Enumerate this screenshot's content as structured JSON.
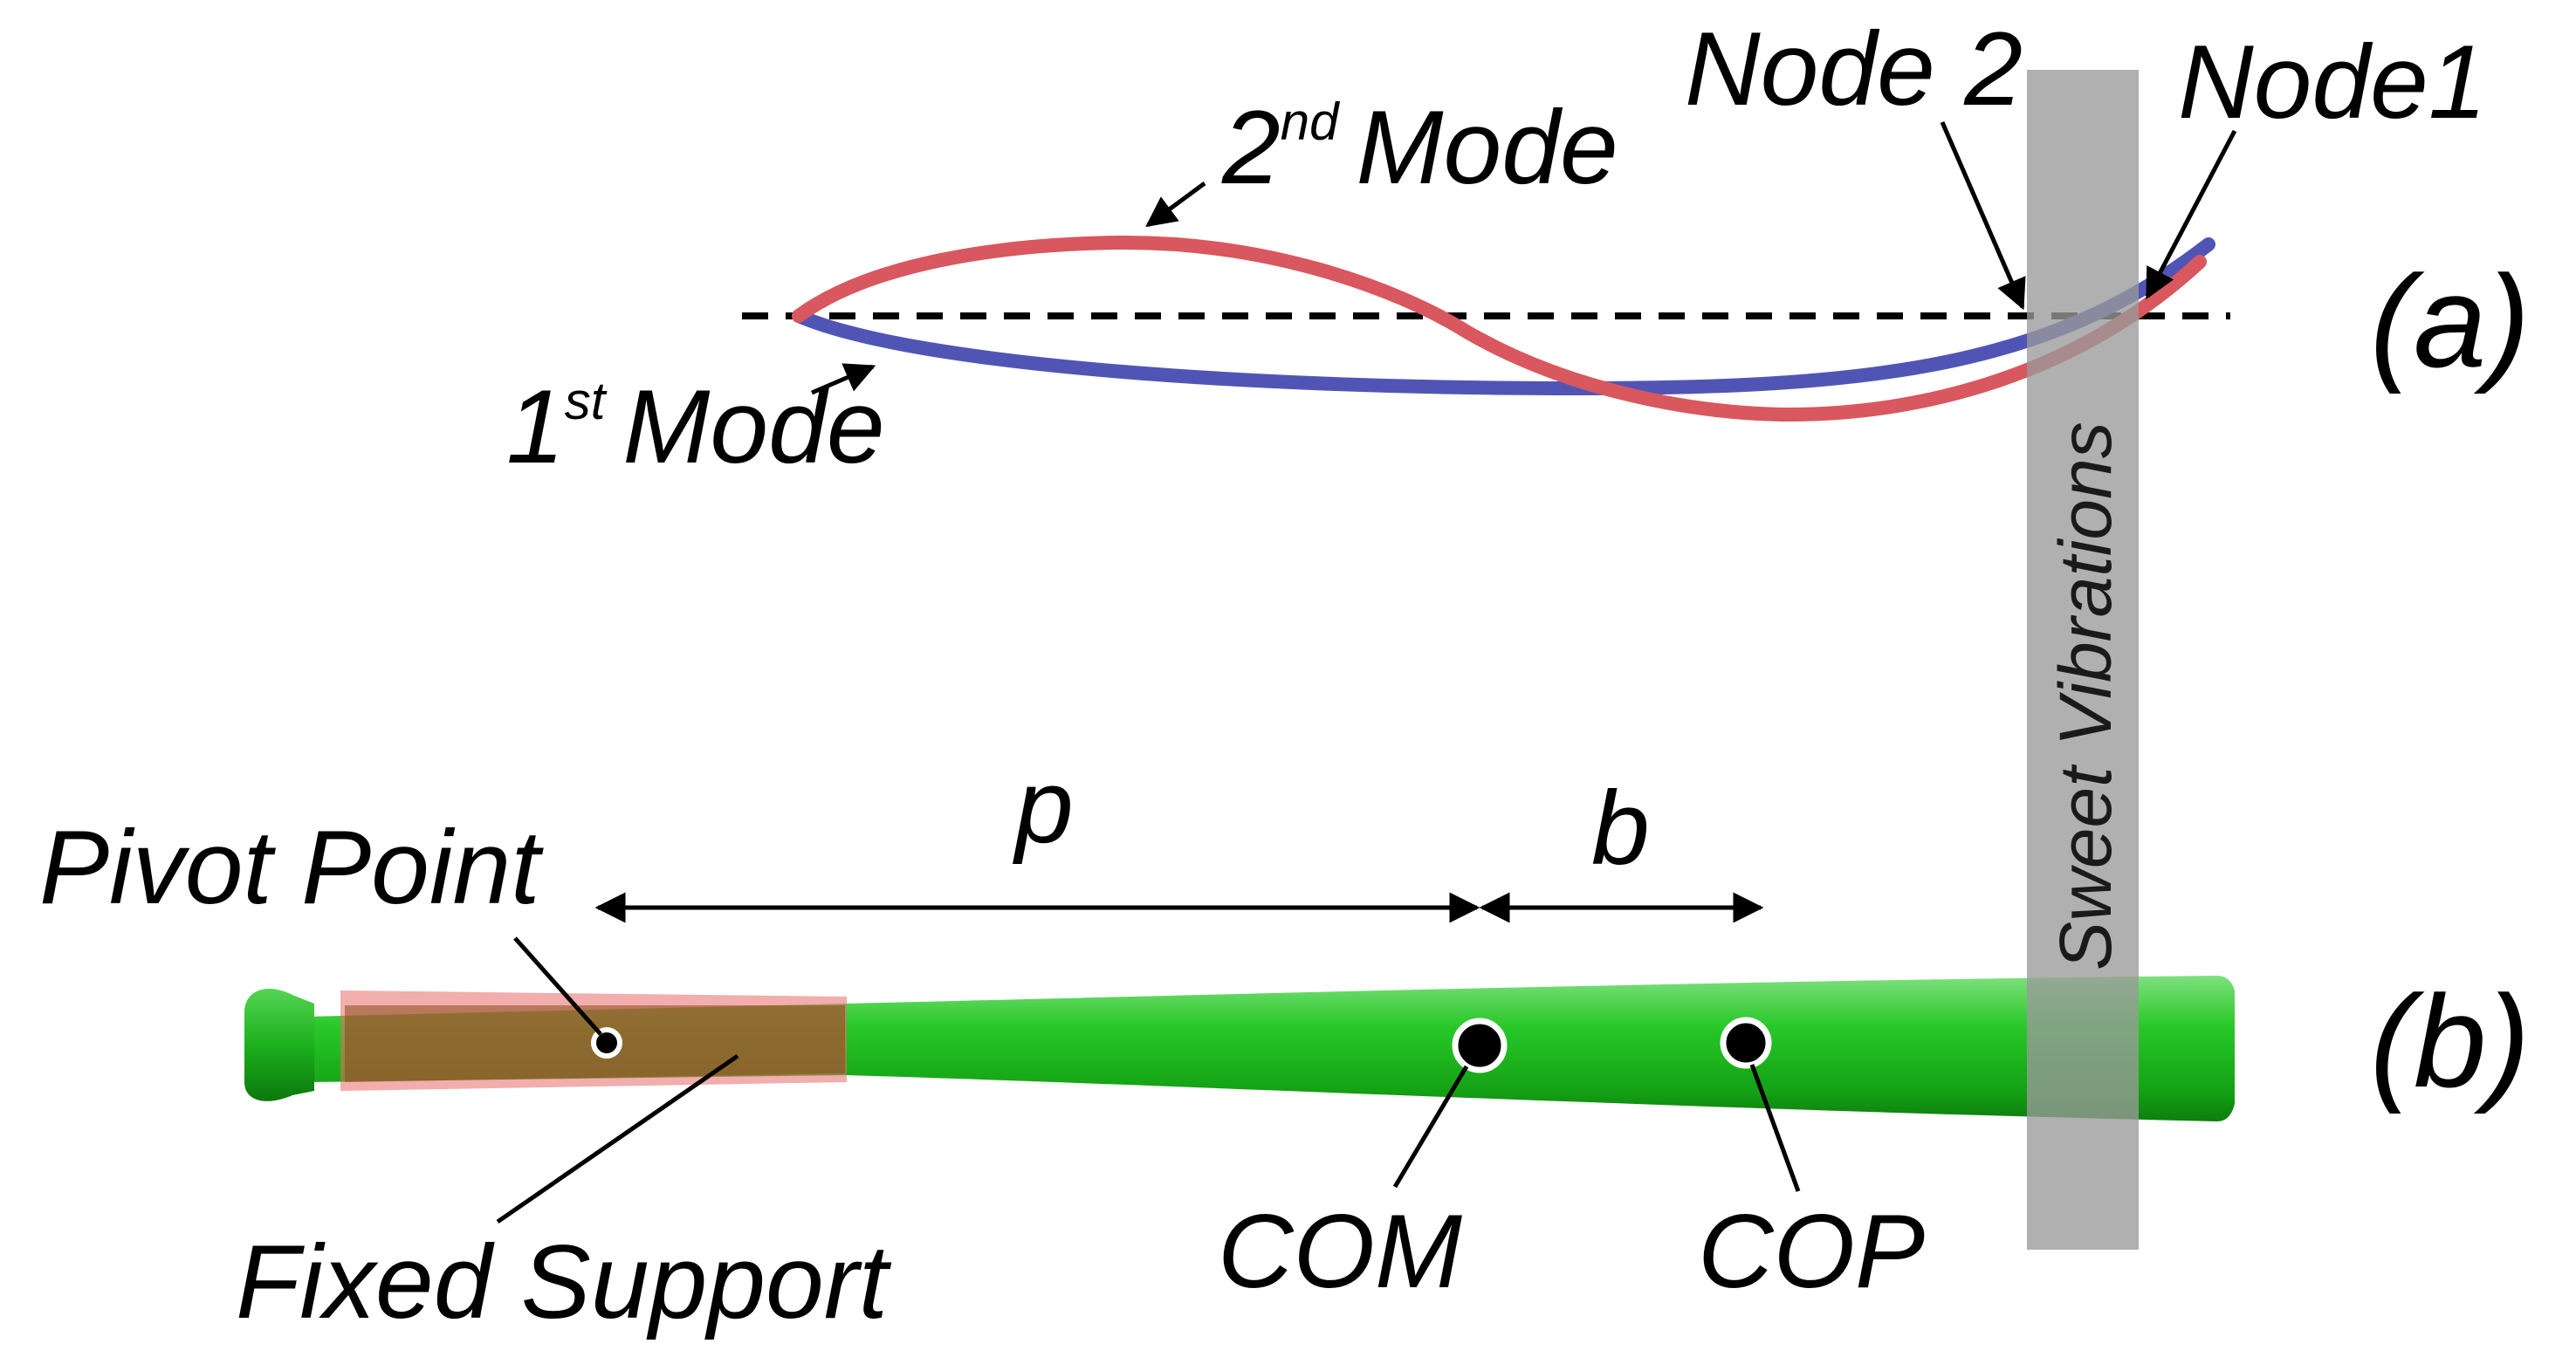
{
  "panel_a": {
    "panel_label": "(a)",
    "mode2_label": "2",
    "mode2_sup": "nd",
    "mode2_suffix": "Mode",
    "mode1_label": "1",
    "mode1_sup": "st",
    "mode1_suffix": "Mode",
    "node2_label": "Node 2",
    "node1_label": "Node1",
    "mode1_color": "#5055b5",
    "mode2_color": "#d9575e"
  },
  "sweet_band": {
    "label": "Sweet Vibrations",
    "color": "#9a9a9a"
  },
  "panel_b": {
    "panel_label": "(b)",
    "pivot_label": "Pivot Point",
    "fixed_label": "Fixed Support",
    "p_label": "p",
    "b_label": "b",
    "com_label": "COM",
    "cop_label": "COP",
    "bat_color": "#1fc21f",
    "support_color": "#e86a6a"
  }
}
